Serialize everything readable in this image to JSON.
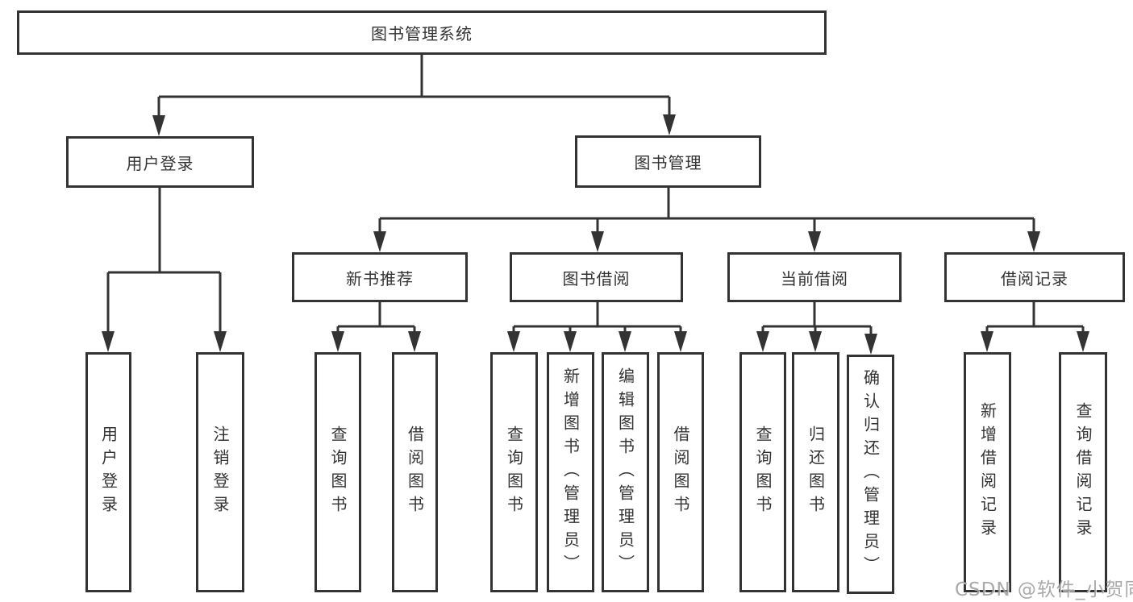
{
  "diagram": {
    "root": "图书管理系统",
    "branches": [
      {
        "label": "用户登录",
        "leaves": [
          "用户登录",
          "注销登录"
        ]
      },
      {
        "label": "图书管理",
        "groups": [
          {
            "label": "新书推荐",
            "leaves": [
              "查询图书",
              "借阅图书"
            ]
          },
          {
            "label": "图书借阅",
            "leaves": [
              "查询图书",
              "新增图书（管理员）",
              "编辑图书（管理员）",
              "借阅图书"
            ]
          },
          {
            "label": "当前借阅",
            "leaves": [
              "查询图书",
              "归还图书",
              "确认归还（管理员）"
            ]
          },
          {
            "label": "借阅记录",
            "leaves": [
              "新增借阅记录",
              "查询借阅记录"
            ]
          }
        ]
      }
    ]
  },
  "colors": {
    "line": "#333333",
    "text": "#333333",
    "background": "#ffffff",
    "watermark": "#9e9e9e"
  },
  "watermark": "CSDN @软件_小贺同学"
}
